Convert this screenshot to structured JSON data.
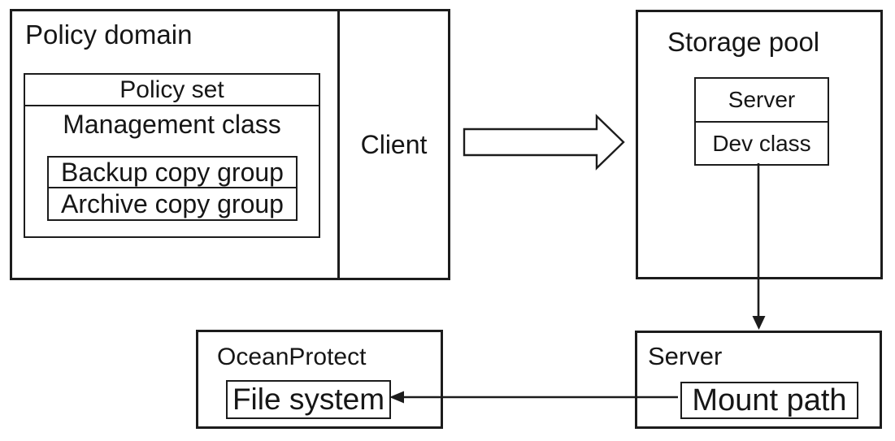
{
  "diagram": {
    "policy_domain": {
      "title": "Policy domain",
      "policy_set": "Policy set",
      "management_class": "Management class",
      "backup_copy_group": "Backup copy group",
      "archive_copy_group": "Archive copy group"
    },
    "client": {
      "label": "Client"
    },
    "storage_pool": {
      "title": "Storage pool",
      "server": "Server",
      "dev_class": "Dev class"
    },
    "ocean_protect": {
      "title": "OceanProtect",
      "file_system": "File system"
    },
    "server_box": {
      "title": "Server",
      "mount_path": "Mount path"
    },
    "connections": [
      {
        "from": "client",
        "to": "storage_pool",
        "style": "block-arrow-right"
      },
      {
        "from": "dev_class",
        "to": "server_box",
        "style": "line-arrow-down"
      },
      {
        "from": "mount_path",
        "to": "file_system",
        "style": "line-arrow-left"
      }
    ],
    "colors": {
      "line": "#1c1c1c",
      "text": "#161616",
      "background": "#ffffff"
    }
  }
}
